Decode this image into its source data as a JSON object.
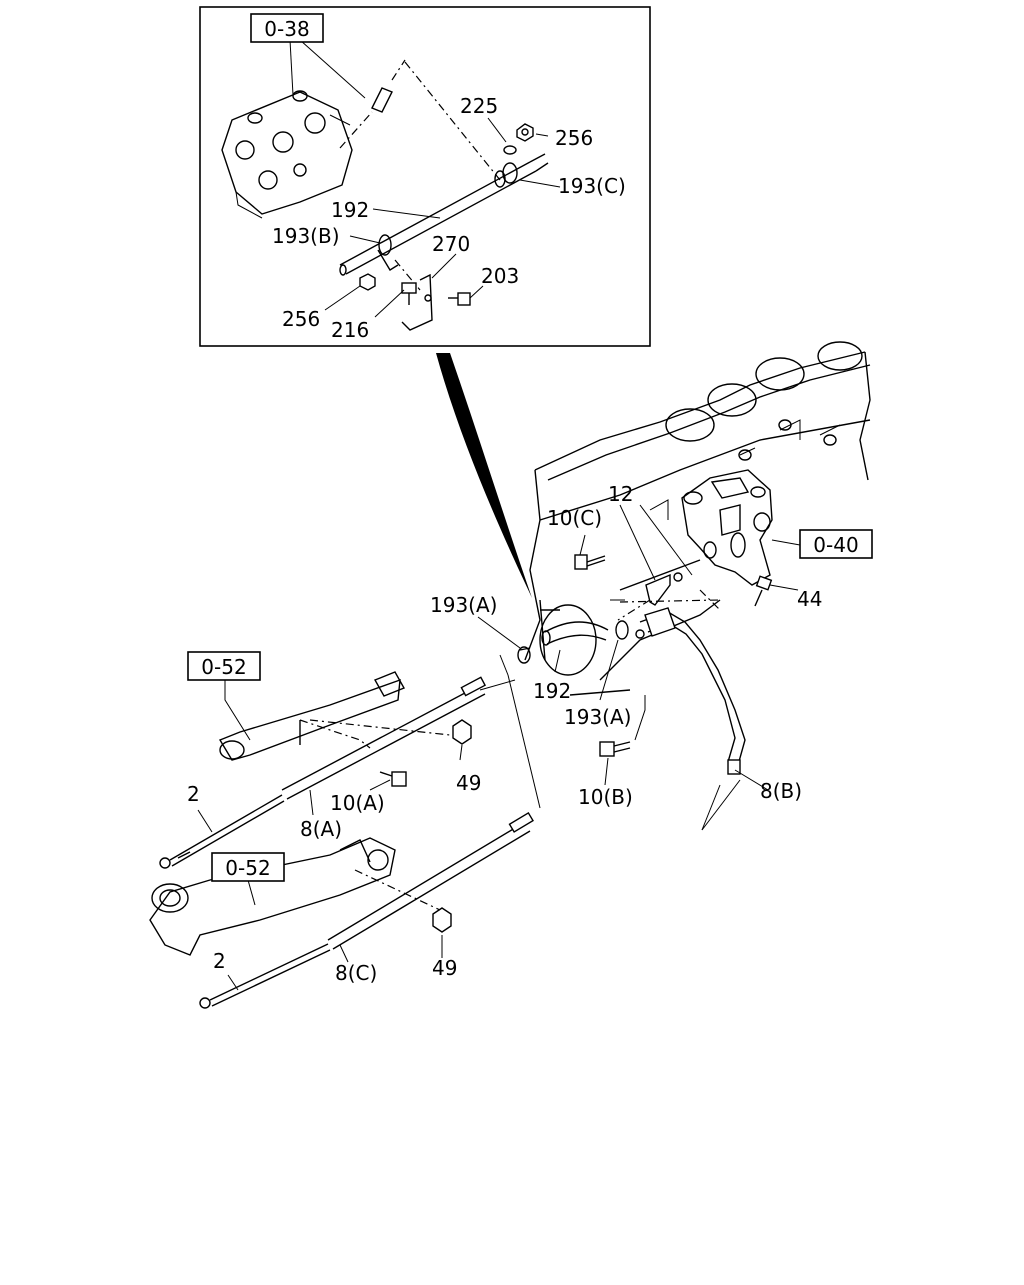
{
  "refs": {
    "r038": "0-38",
    "r040": "0-40",
    "r052a": "0-52",
    "r052b": "0-52"
  },
  "callouts": {
    "c225": "225",
    "c256a": "256",
    "c193c": "193(C)",
    "c192a": "192",
    "c193b": "193(B)",
    "c270": "270",
    "c203": "203",
    "c256b": "256",
    "c216": "216",
    "c12": "12",
    "c10c": "10(C)",
    "c193a1": "193(A)",
    "c44": "44",
    "c192b": "192",
    "c193a2": "193(A)",
    "c49a": "49",
    "c10a": "10(A)",
    "c8a": "8(A)",
    "c2a": "2",
    "c10b": "10(B)",
    "c8b": "8(B)",
    "c49b": "49",
    "c2b": "2",
    "c8c": "8(C)"
  }
}
